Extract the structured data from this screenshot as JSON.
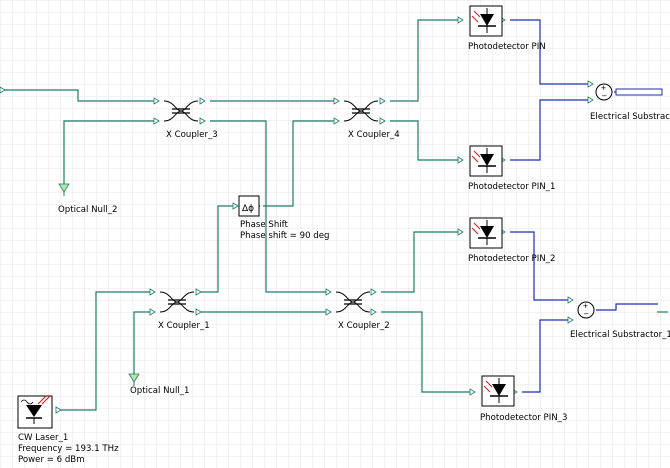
{
  "colors": {
    "grid": "#e6e6e6",
    "optical_wire": "#1f7a6a",
    "electrical_wire": "#1f2fa6",
    "port": "#1f7a6a"
  },
  "components": {
    "laser": {
      "name": "CW Laser_1",
      "param1": "Frequency = 193.1  THz",
      "param2": "Power = 6  dBm",
      "icon": "laser-icon"
    },
    "coupler1": {
      "name": "X Coupler_1",
      "icon": "x-coupler-icon"
    },
    "coupler2": {
      "name": "X Coupler_2",
      "icon": "x-coupler-icon"
    },
    "coupler3": {
      "name": "X Coupler_3",
      "icon": "x-coupler-icon"
    },
    "coupler4": {
      "name": "X Coupler_4",
      "icon": "x-coupler-icon"
    },
    "phase": {
      "name": "Phase Shift",
      "param": "Phase shift = 90  deg",
      "icon": "phase-shift-icon"
    },
    "null1": {
      "name": "Optical Null_1",
      "icon": "ground-icon"
    },
    "null2": {
      "name": "Optical Null_2",
      "icon": "ground-icon"
    },
    "pd0": {
      "name": "Photodetector PIN",
      "icon": "photodiode-icon"
    },
    "pd1": {
      "name": "Photodetector PIN_1",
      "icon": "photodiode-icon"
    },
    "pd2": {
      "name": "Photodetector PIN_2",
      "icon": "photodiode-icon"
    },
    "pd3": {
      "name": "Photodetector PIN_3",
      "icon": "photodiode-icon"
    },
    "sub0": {
      "name": "Electrical Substract",
      "icon": "subtractor-icon"
    },
    "sub1": {
      "name": "Electrical Substractor_1",
      "icon": "subtractor-icon"
    }
  }
}
